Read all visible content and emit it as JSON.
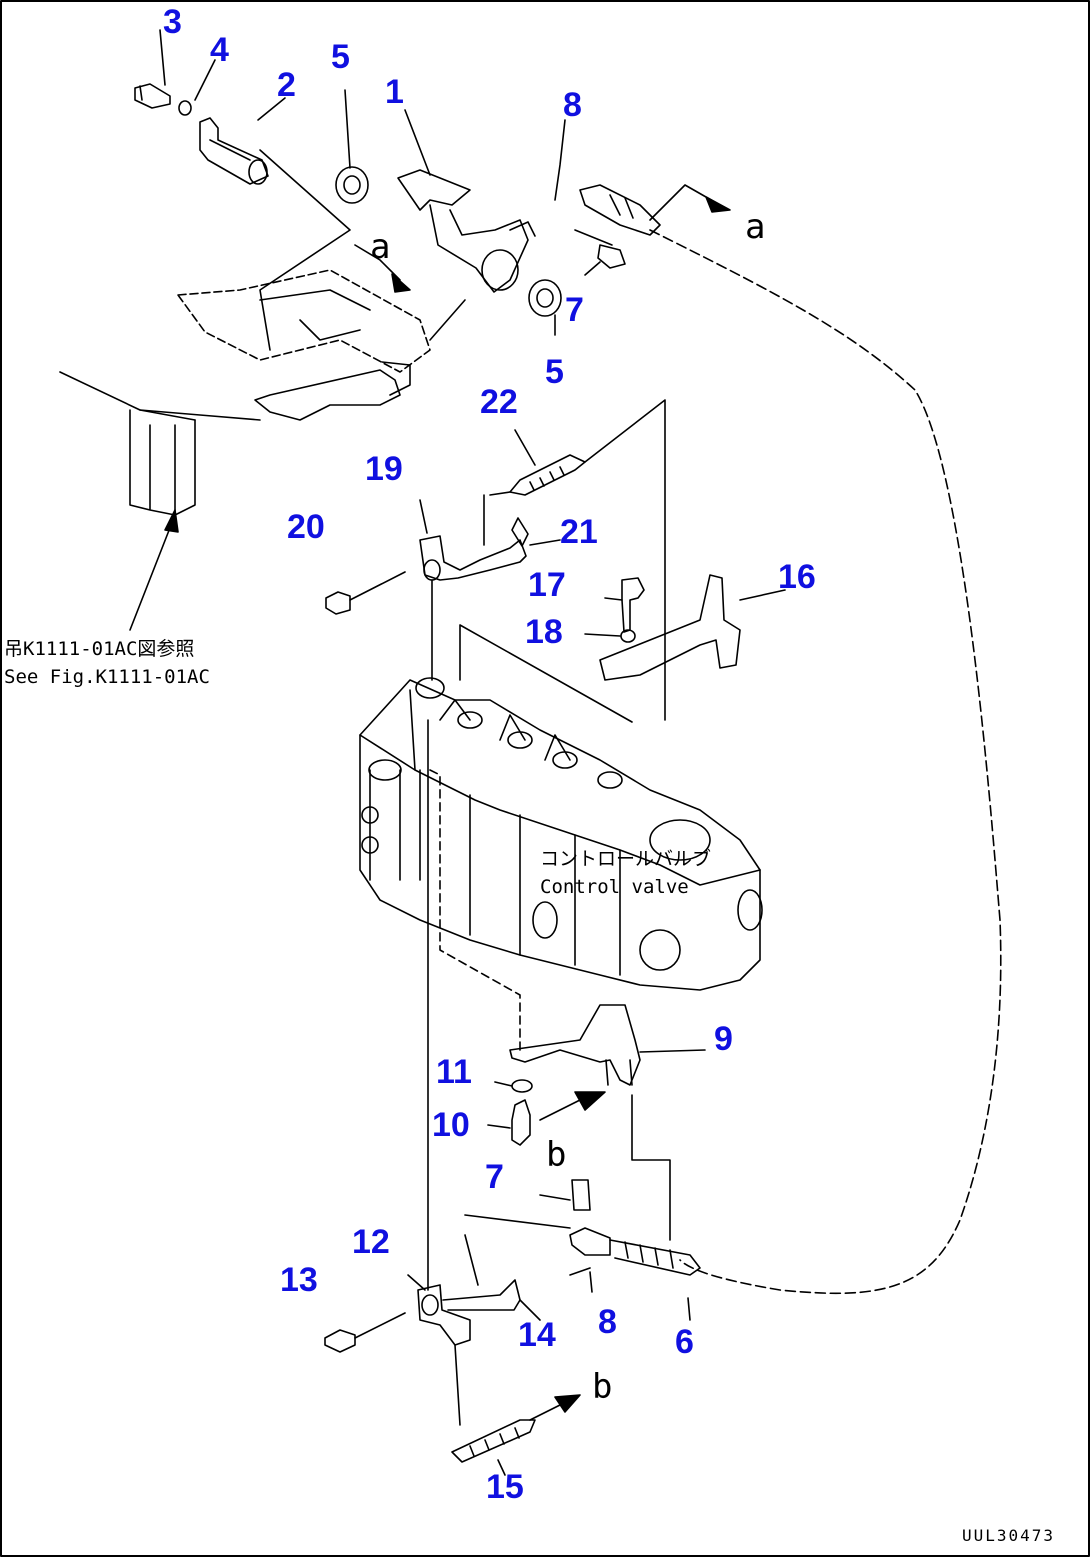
{
  "part_numbers": [
    "1",
    "2",
    "3",
    "4",
    "5",
    "5",
    "7",
    "7",
    "8",
    "8",
    "9",
    "10",
    "11",
    "12",
    "13",
    "14",
    "15",
    "16",
    "17",
    "18",
    "19",
    "20",
    "21",
    "22",
    "6"
  ],
  "references": {
    "a_top": "a",
    "a_left": "a",
    "b_mid": "b",
    "b_bottom": "b"
  },
  "notes": {
    "see_fig_jp": "吊K1111-01AC図参照",
    "see_fig_en": "See Fig.K1111-01AC",
    "control_valve_jp": "コントロールバルブ",
    "control_valve_en": "Control valve"
  },
  "drawing_code": "UUL30473",
  "colors": {
    "part_number": "#1010e0",
    "lines": "#000000"
  }
}
